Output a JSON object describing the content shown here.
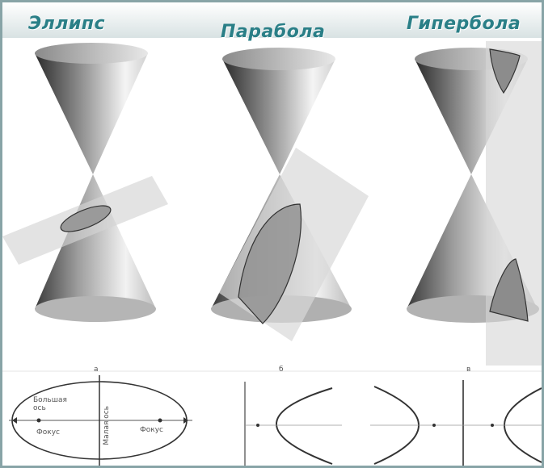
{
  "titles": {
    "ellipse": "Эллипс",
    "parabola": "Парабола",
    "hyperbola": "Гипербола"
  },
  "panel_letters": {
    "a": "а",
    "b": "б",
    "c": "в"
  },
  "ellipse_labels": {
    "major_axis": "Большая ось",
    "focus_left": "Фокус",
    "minor_axis": "Малая ось",
    "focus_right": "Фокус"
  },
  "colors": {
    "title": "#2a7f87",
    "frame": "#88a4a7"
  }
}
